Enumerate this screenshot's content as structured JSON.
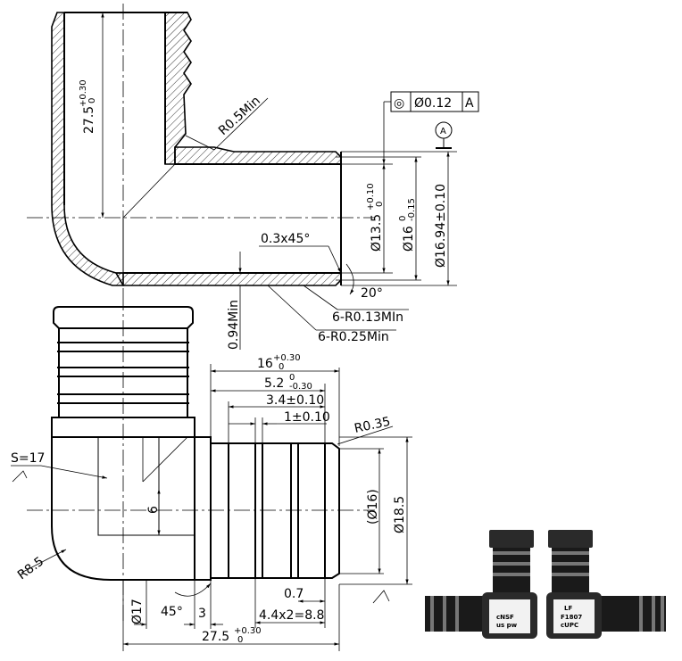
{
  "top_view": {
    "dim_height": "27.5",
    "dim_height_tol_upper": "+0.30",
    "dim_height_tol_lower": "0",
    "radius_label": "R0.5Min",
    "chamfer_label": "0.3x45°",
    "inner_dia": "Ø13.5",
    "inner_dia_tol_upper": "+0.10",
    "inner_dia_tol_lower": "0",
    "outer_dia": "Ø16",
    "outer_dia_tol_upper": "0",
    "outer_dia_tol_lower": "-0.15",
    "barb_dia": "Ø16.94±0.10",
    "angle_label": "20°",
    "min_thickness": "0.94Min",
    "groove_r1": "6-R0.13MIn",
    "groove_r2": "6-R0.25Min",
    "datum": "A",
    "tolerance_frame": {
      "symbol": "◎",
      "value": "Ø0.12",
      "datum": "A"
    }
  },
  "bottom_view": {
    "dim_16": "16",
    "dim_16_tol_upper": "+0.30",
    "dim_16_tol_lower": "0",
    "dim_5_2": "5.2",
    "dim_5_2_tol_upper": "0",
    "dim_5_2_tol_lower": "-0.30",
    "dim_3_4": "3.4±0.10",
    "dim_1": "1±0.10",
    "radius_035": "R0.35",
    "hex": "S=17",
    "dim_6": "6",
    "dia_16_ref": "(Ø16)",
    "dia_18_5": "Ø18.5",
    "radius_85": "R8.5",
    "dia_17": "Ø17",
    "angle_45": "45°",
    "dim_3": "3",
    "dim_07": "0.7",
    "dim_44x2": "4.4x2=8.8",
    "dim_27_5": "27.5",
    "dim_27_5_tol_upper": "+0.30",
    "dim_27_5_tol_lower": "0"
  },
  "photo": {
    "left_marking_1": "cNSF",
    "left_marking_2": "us pw",
    "right_marking_1": "LF",
    "right_marking_2": "F1807",
    "right_marking_3": "cUPC"
  }
}
